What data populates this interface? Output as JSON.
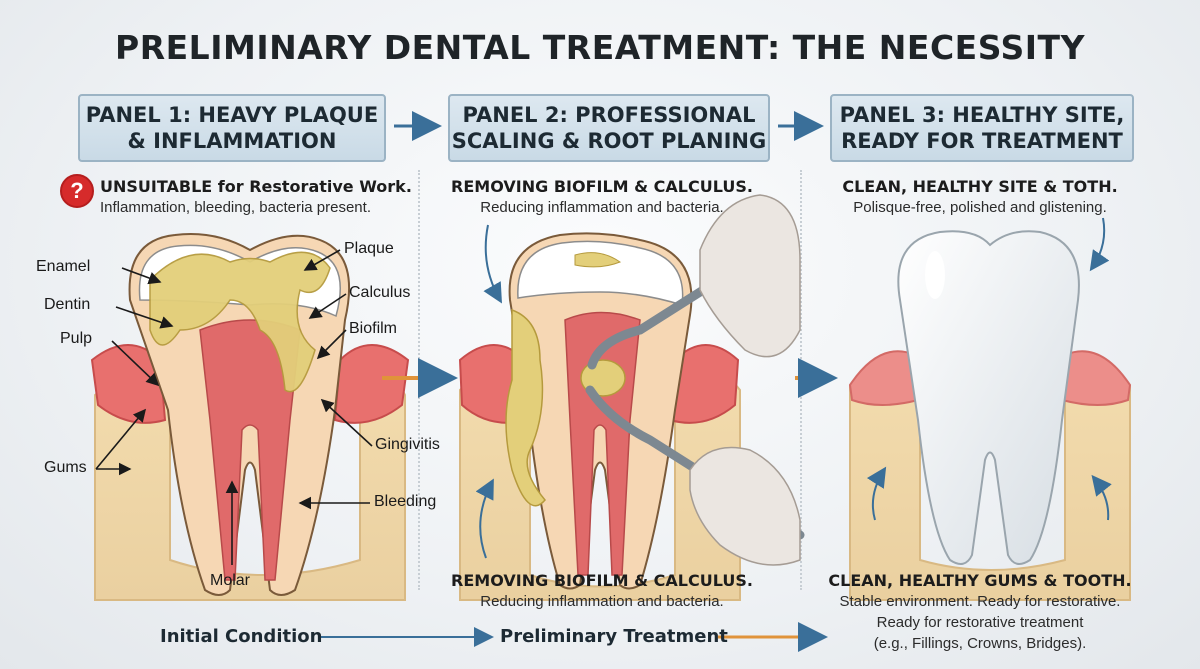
{
  "title": "PRELIMINARY DENTAL TREATMENT: THE NECESSITY",
  "panels": [
    {
      "heading": "PANEL 1: HEAVY PLAQUE\n& INFLAMMATION",
      "caption_strong": "UNSUITABLE for Restorative Work.",
      "caption_sub": "Inflammation, bleeding, bacteria present.",
      "labels": {
        "enamel": "Enamel",
        "dentin": "Dentin",
        "pulp": "Pulp",
        "gums": "Gums",
        "plaque": "Plaque",
        "calculus": "Calculus",
        "biofilm": "Biofilm",
        "gingivitis": "Gingivitis",
        "bleeding": "Bleeding",
        "molar": "Molar"
      }
    },
    {
      "heading": "PANEL 2: PROFESSIONAL\nSCALING & ROOT PLANING",
      "caption_strong": "REMOVING BIOFILM & CALCULUS.",
      "caption_sub": "Reducing inflammation and bacteria.",
      "bottom_strong": "REMOVING BIOFILM & CALCULUS.",
      "bottom_sub": "Reducing inflammation and bacteria."
    },
    {
      "heading": "PANEL 3: HEALTHY SITE,\nREADY FOR TREATMENT",
      "caption_strong": "CLEAN, HEALTHY SITE & TOTH.",
      "caption_sub": "Polisque-free, polished and glistening.",
      "bottom_strong": "CLEAN, HEALTHY GUMS & TOOTH.",
      "bottom_sub": "Stable environment. Ready for restorative.\nReady for restorative treatment\n(e.g., Fillings, Crowns, Bridges)."
    }
  ],
  "flow": {
    "initial": "Initial Condition",
    "preliminary": "Preliminary Treatment"
  },
  "colors": {
    "flow_blue": "#3a6f99",
    "flow_orange": "#e0933a",
    "gum_red": "#e8706e",
    "plaque_yellow": "#e3cf7a",
    "question_red": "#d62b2b"
  },
  "icons": [
    "question-icon",
    "arrow-right-icon"
  ]
}
